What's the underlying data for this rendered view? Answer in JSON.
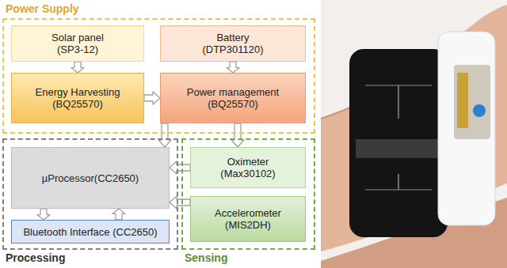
{
  "diagram": {
    "nodes": [
      {
        "text": [
          "Power Supply"
        ]
      },
      {
        "text": [
          "Solar panel (SP3-12)"
        ],
        "in": 0
      },
      {
        "text": [
          "Battery (DTP301120)"
        ],
        "in": 0
      },
      {
        "text": [
          "Energy Harvesting (BQ25570)"
        ],
        "in": 0
      },
      {
        "text": [
          "Power management (BQ25570)"
        ],
        "in": 0
      },
      {
        "text": [
          "Processing"
        ]
      },
      {
        "text": [
          "µProcessor(CC2650)"
        ],
        "in": 5
      },
      {
        "text": [
          "Bluetooth Interface (CC2650)"
        ],
        "in": 5
      },
      {
        "text": [
          "Sensing"
        ]
      },
      {
        "text": [
          "Oximeter (Max30102)"
        ],
        "in": 8
      },
      {
        "text": [
          "Accelerometer (MIS2DH)"
        ],
        "in": 8
      }
    ],
    "edges": [
      {
        "from": 1,
        "to": 3,
        "arrow": "to"
      },
      {
        "from": 2,
        "to": 4,
        "arrow": "to"
      },
      {
        "from": 3,
        "to": 4,
        "arrow": "to"
      },
      {
        "from": 4,
        "to": 6,
        "arrow": "to"
      },
      {
        "from": 4,
        "to": 9,
        "arrow": "to"
      },
      {
        "from": 9,
        "to": 6,
        "arrow": "to"
      },
      {
        "from": 10,
        "to": 6,
        "arrow": "to"
      },
      {
        "from": 6,
        "to": 7,
        "arrow": "to"
      },
      {
        "from": 7,
        "to": 6,
        "arrow": "to"
      }
    ]
  }
}
